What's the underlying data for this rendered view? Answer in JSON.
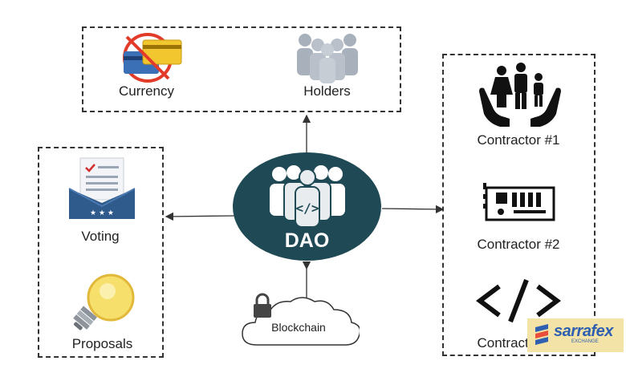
{
  "top_box": {
    "currency_label": "Currency",
    "holders_label": "Holders"
  },
  "left_box": {
    "voting_label": "Voting",
    "proposals_label": "Proposals"
  },
  "right_box": {
    "contractor1_label": "Contractor #1",
    "contractor2_label": "Contractor #2",
    "contractor3_label": "Contractor #3"
  },
  "center": {
    "dao_label": "DAO",
    "dao_icon": "group-code-icon"
  },
  "blockchain": {
    "label": "Blockchain",
    "icon": "lock-icon"
  },
  "watermark": {
    "brand": "sarrafex",
    "sub": "EXCHANGE"
  },
  "colors": {
    "dao_fill": "#1f4a55",
    "dashed_border": "#333333",
    "watermark_bg": "#f4e3a6",
    "watermark_text": "#2f5fb0"
  }
}
